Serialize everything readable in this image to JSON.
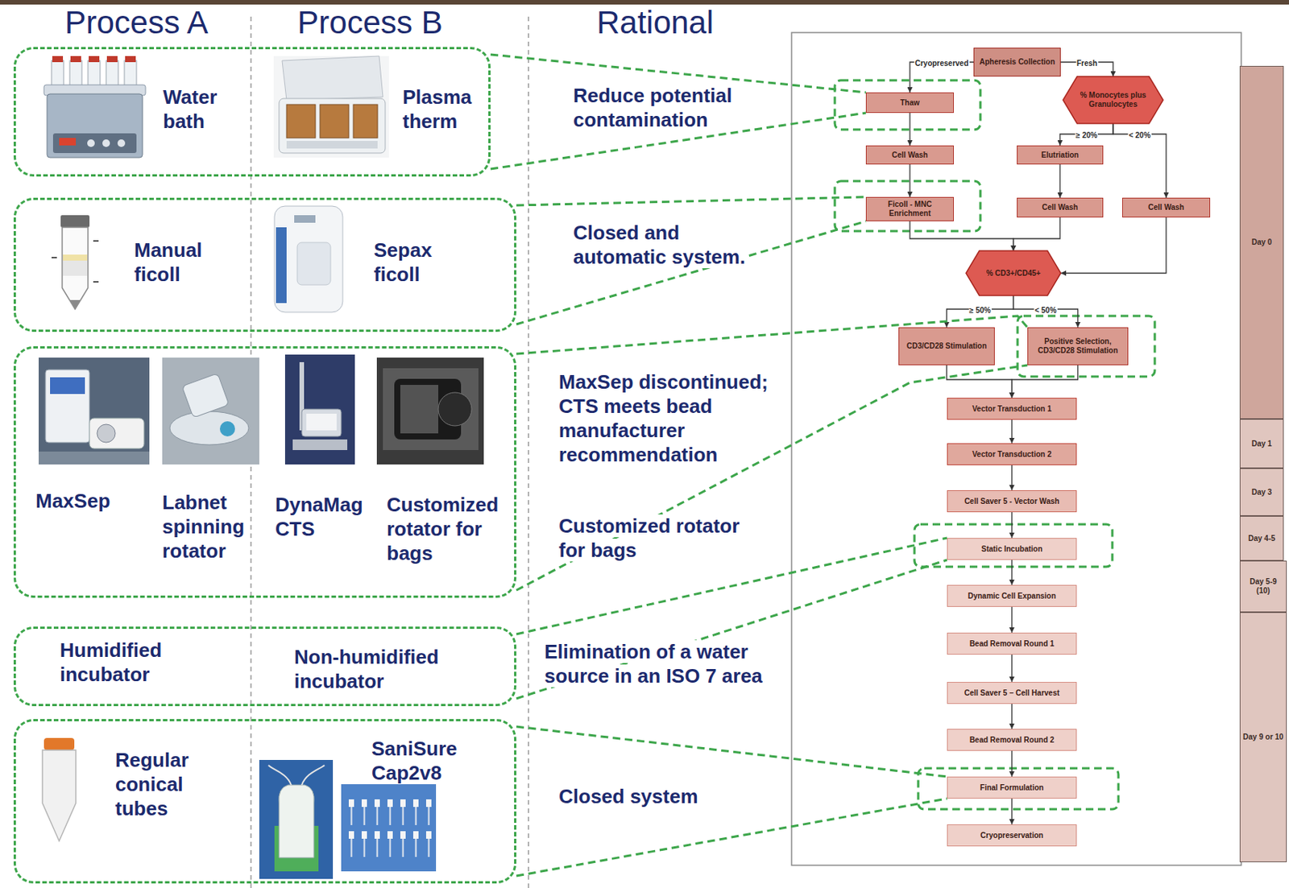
{
  "diagram": {
    "nodes": [
      {
        "text": [
          "Water bath",
          "Plasma therm"
        ]
      },
      {
        "text": [
          "Manual ficoll",
          "Sepax ficoll"
        ]
      },
      {
        "text": [
          "MaxSep",
          "Labnet spinning rotator",
          "DynaMag CTS",
          "Customized rotator for bags"
        ]
      },
      {
        "text": [
          "Humidified incubator",
          "Non-humidified incubator"
        ]
      },
      {
        "text": [
          "Regular conical tubes",
          "SaniSure Cap2v8"
        ]
      },
      {
        "text": [
          "Apheresis Collection"
        ]
      },
      {
        "text": [
          "Thaw"
        ]
      },
      {
        "text": [
          "% Monocytes plus Granulocytes"
        ]
      },
      {
        "text": [
          "Cell Wash"
        ]
      },
      {
        "text": [
          "Elutriation"
        ]
      },
      {
        "text": [
          "Ficoll - MNC Enrichment"
        ]
      },
      {
        "text": [
          "Cell Wash"
        ]
      },
      {
        "text": [
          "Cell Wash"
        ]
      },
      {
        "text": [
          "% CD3+/CD45+"
        ]
      },
      {
        "text": [
          "CD3/CD28 Stimulation"
        ]
      },
      {
        "text": [
          "Positive Selection, CD3/CD28 Stimulation"
        ]
      },
      {
        "text": [
          "Vector Transduction 1"
        ]
      },
      {
        "text": [
          "Vector Transduction 2"
        ]
      },
      {
        "text": [
          "Cell Saver 5 - Vector Wash"
        ]
      },
      {
        "text": [
          "Static Incubation"
        ]
      },
      {
        "text": [
          "Dynamic Cell Expansion"
        ]
      },
      {
        "text": [
          "Bead Removal Round 1"
        ]
      },
      {
        "text": [
          "Cell Saver 5 – Cell Harvest"
        ]
      },
      {
        "text": [
          "Bead Removal Round 2"
        ]
      },
      {
        "text": [
          "Final Formulation"
        ]
      },
      {
        "text": [
          "Cryopreservation"
        ]
      },
      {
        "text": [
          "Day 0"
        ]
      },
      {
        "text": [
          "Day 1"
        ]
      },
      {
        "text": [
          "Day 3"
        ]
      },
      {
        "text": [
          "Day 4-5"
        ]
      },
      {
        "text": [
          "Day 5-9 (10)"
        ]
      },
      {
        "text": [
          "Day 9 or 10"
        ]
      }
    ],
    "edges": [
      {
        "from": 5,
        "to": 6,
        "label": "Cryopreserved",
        "arrow": "to"
      },
      {
        "from": 5,
        "to": 7,
        "label": "Fresh",
        "arrow": "to"
      },
      {
        "from": 6,
        "to": 8,
        "arrow": "to"
      },
      {
        "from": 7,
        "to": 9,
        "label": "≥ 20%",
        "arrow": "to"
      },
      {
        "from": 7,
        "to": 12,
        "label": "< 20%",
        "arrow": "to"
      },
      {
        "from": 8,
        "to": 10,
        "arrow": "to"
      },
      {
        "from": 9,
        "to": 11,
        "arrow": "to"
      },
      {
        "from": 10,
        "to": 13,
        "arrow": "to"
      },
      {
        "from": 11,
        "to": 13,
        "arrow": "to"
      },
      {
        "from": 12,
        "to": 13,
        "arrow": "to"
      },
      {
        "from": 13,
        "to": 14,
        "label": "≥ 50%",
        "arrow": "to"
      },
      {
        "from": 13,
        "to": 15,
        "label": "< 50%",
        "arrow": "to"
      },
      {
        "from": 14,
        "to": 16,
        "arrow": "to"
      },
      {
        "from": 15,
        "to": 16,
        "arrow": "to"
      },
      {
        "from": 16,
        "to": 17,
        "arrow": "to"
      },
      {
        "from": 17,
        "to": 18,
        "arrow": "to"
      },
      {
        "from": 18,
        "to": 19,
        "arrow": "to"
      },
      {
        "from": 19,
        "to": 20,
        "arrow": "to"
      },
      {
        "from": 20,
        "to": 21,
        "arrow": "to"
      },
      {
        "from": 21,
        "to": 22,
        "arrow": "to"
      },
      {
        "from": 22,
        "to": 23,
        "arrow": "to"
      },
      {
        "from": 23,
        "to": 24,
        "arrow": "to"
      },
      {
        "from": 24,
        "to": 25,
        "arrow": "to"
      },
      {
        "from": 0,
        "to": 6,
        "arrow": "none"
      },
      {
        "from": 0,
        "to": 6,
        "arrow": "none"
      },
      {
        "from": 1,
        "to": 10,
        "arrow": "none"
      },
      {
        "from": 1,
        "to": 10,
        "arrow": "none"
      },
      {
        "from": 2,
        "to": 15,
        "arrow": "none"
      },
      {
        "from": 2,
        "to": 15,
        "arrow": "none"
      },
      {
        "from": 3,
        "to": 19,
        "arrow": "none"
      },
      {
        "from": 3,
        "to": 19,
        "arrow": "none"
      },
      {
        "from": 4,
        "to": 24,
        "arrow": "none"
      },
      {
        "from": 4,
        "to": 24,
        "arrow": "none"
      }
    ],
    "labels": [
      "Process A",
      "Process B",
      "Rational",
      "Reduce potential contamination",
      "Closed and automatic system.",
      "MaxSep discontinued; CTS meets bead manufacturer recommendation",
      "Customized rotator for bags",
      "Elimination of a water source in an ISO 7 area",
      "Closed system"
    ]
  }
}
